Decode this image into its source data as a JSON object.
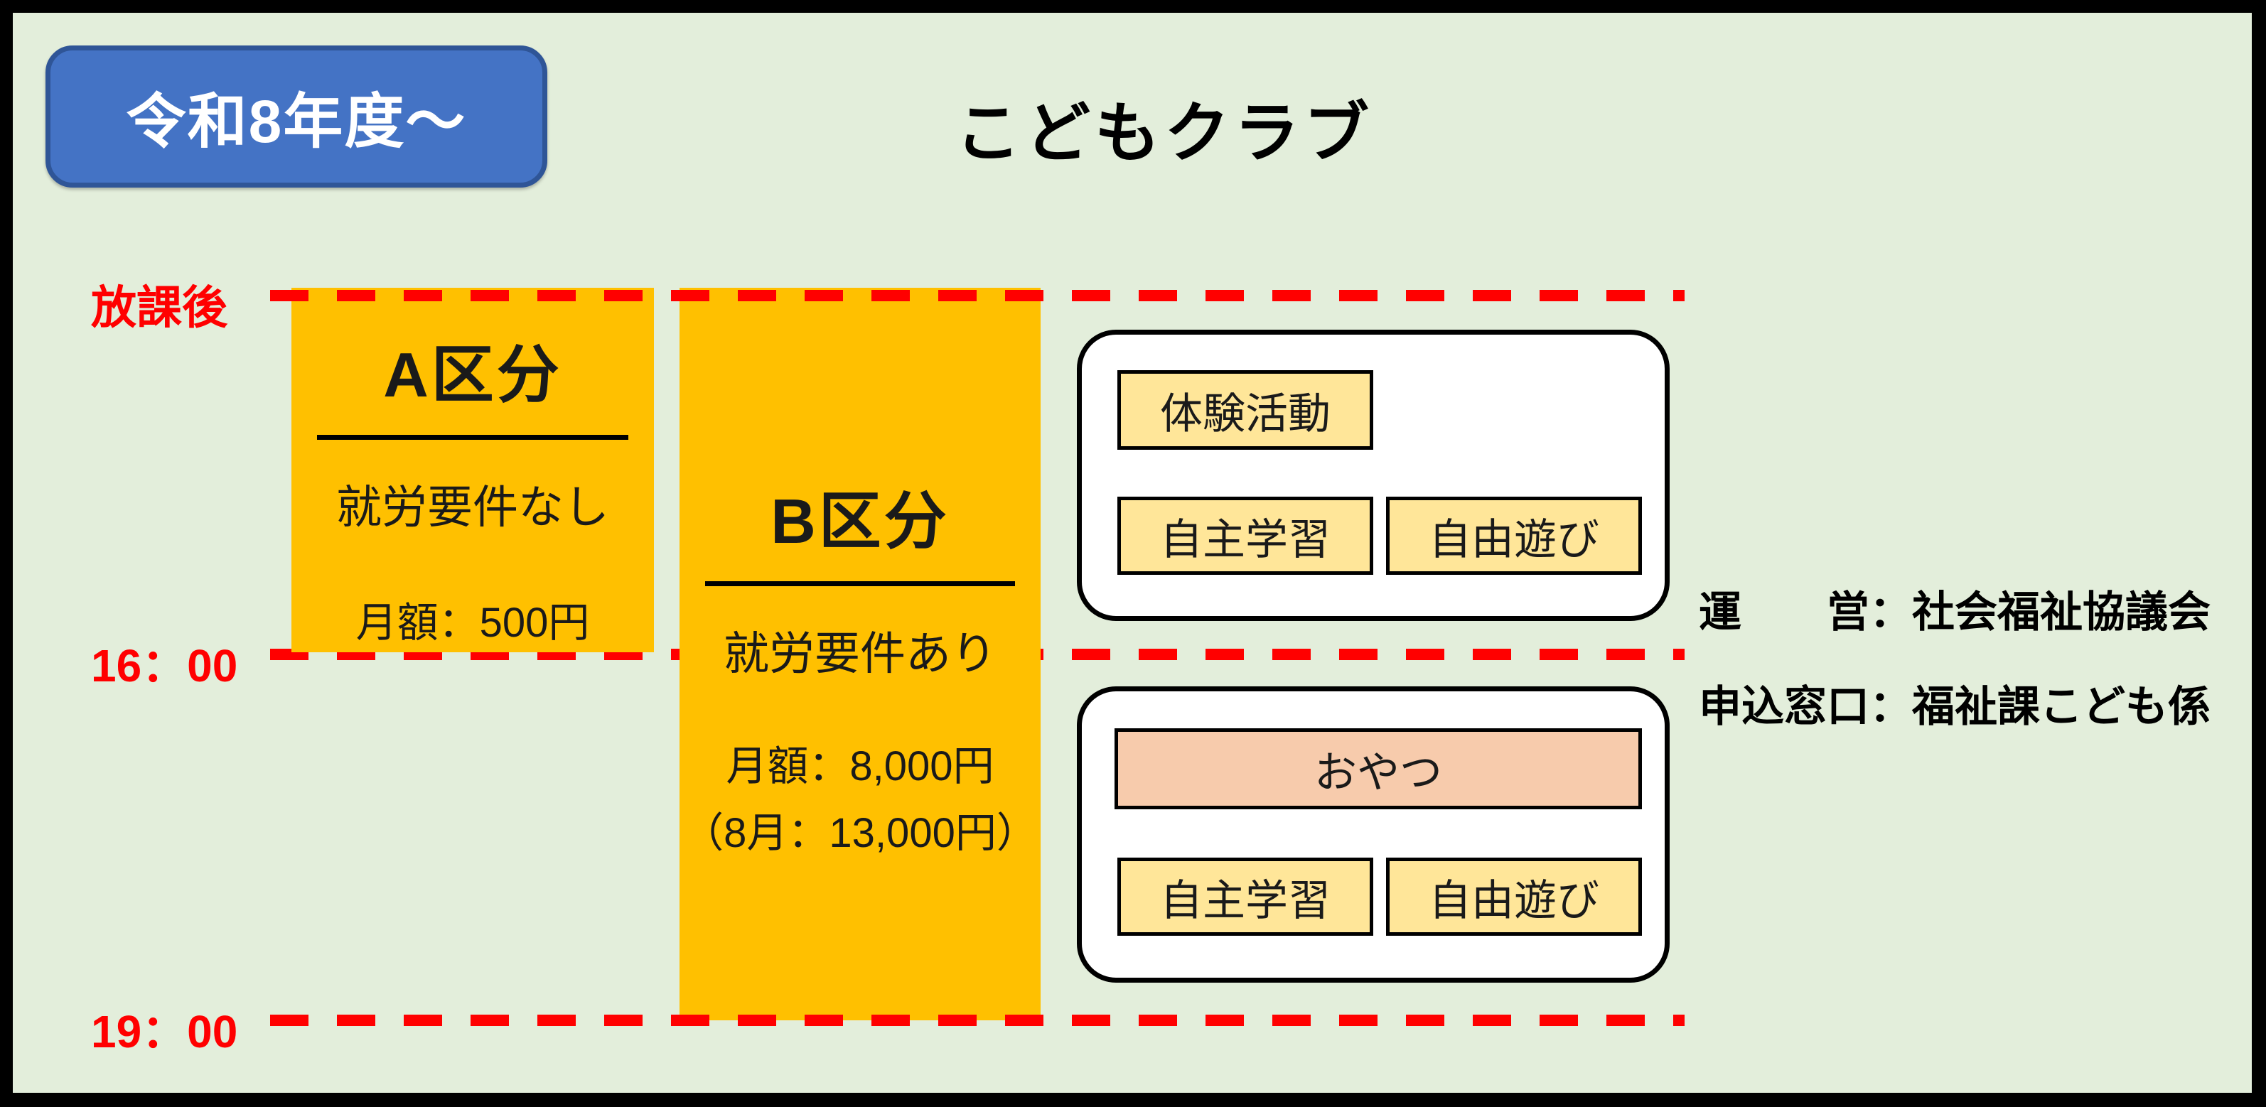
{
  "canvas": {
    "background": "#E3EEDB",
    "frame_color": "#000000",
    "accent_red": "#FF0000",
    "category_orange": "#FFC000",
    "chip_yellow": "#FFE699",
    "snack_peach": "#F7CBAC"
  },
  "header": {
    "badge": {
      "label": "令和8年度～",
      "bg": "#4473C5",
      "border": "#2F5597"
    },
    "title": "こどもクラブ"
  },
  "timeline": {
    "line_color": "#FF0000",
    "markers": [
      {
        "id": "after-school",
        "label": "放課後"
      },
      {
        "id": "16-00",
        "label": "16：00"
      },
      {
        "id": "19-00",
        "label": "19：00"
      }
    ]
  },
  "categories": {
    "a": {
      "title": "A区分",
      "requirement": "就労要件なし",
      "fee": "月額：500円"
    },
    "b": {
      "title": "B区分",
      "requirement": "就労要件あり",
      "fee": "月額：8,000円",
      "fee_august": "（8月：13,000円）"
    }
  },
  "panels": {
    "afternoon": {
      "chips": [
        {
          "label": "体験活動"
        },
        {
          "label": "自主学習"
        },
        {
          "label": "自由遊び"
        }
      ]
    },
    "evening": {
      "snack": {
        "label": "おやつ"
      },
      "chips": [
        {
          "label": "自主学習"
        },
        {
          "label": "自由遊び"
        }
      ]
    }
  },
  "info": {
    "operator": "運　　営：社会福祉協議会",
    "application": "申込窓口：福祉課こども係"
  }
}
